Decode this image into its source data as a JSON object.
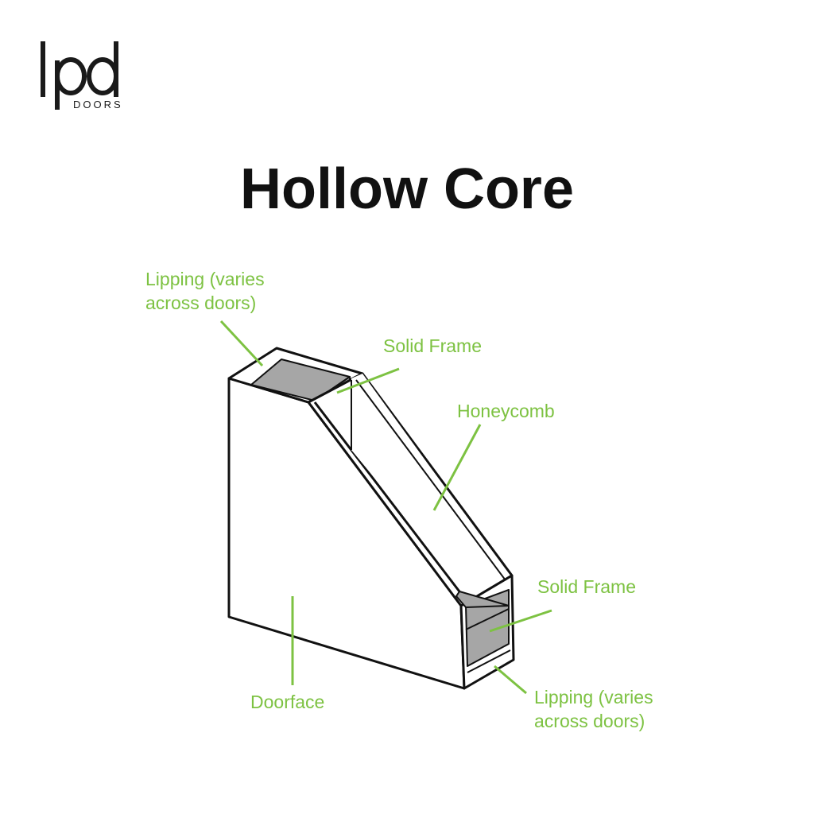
{
  "brand": {
    "logo_text": "lpd",
    "logo_subtext": "DOORS"
  },
  "title": "Hollow Core",
  "colors": {
    "label": "#7dc242",
    "outline": "#111111",
    "core_fill": "#a6a6a6",
    "face_fill": "#ffffff"
  },
  "labels": {
    "lipping_top": [
      "Lipping (varies",
      "across doors)"
    ],
    "solid_frame_top": "Solid Frame",
    "honeycomb": "Honeycomb",
    "solid_frame_bottom": "Solid Frame",
    "doorface": "Doorface",
    "lipping_bottom": [
      "Lipping (varies",
      "across doors)"
    ]
  }
}
